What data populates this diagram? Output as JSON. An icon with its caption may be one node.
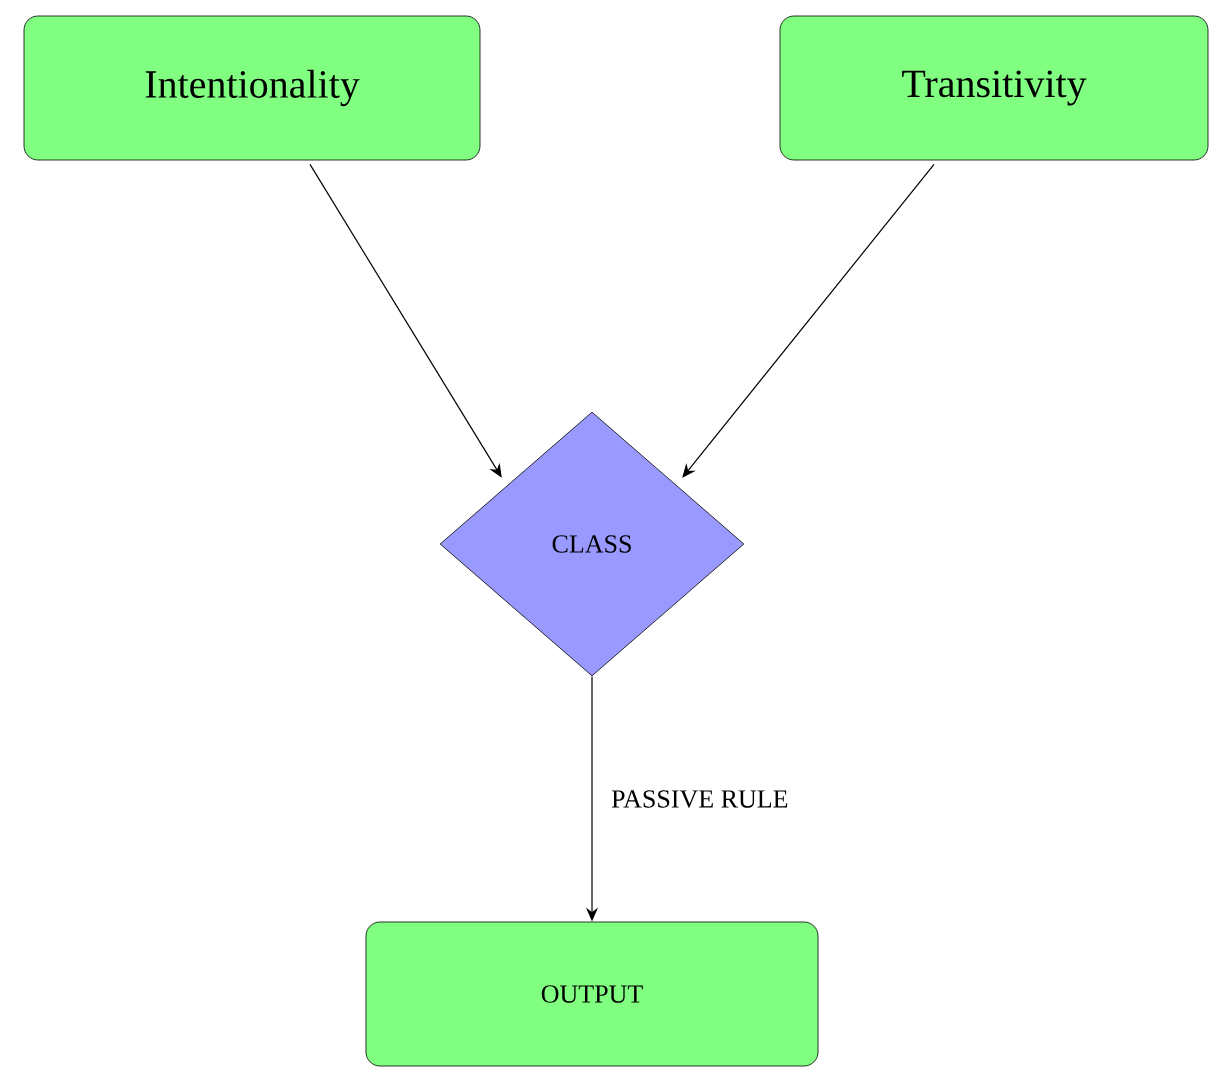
{
  "diagram": {
    "nodes": [
      {
        "text": [
          "Intentionality"
        ]
      },
      {
        "text": [
          "Transitivity"
        ]
      },
      {
        "text": [
          "CLASS"
        ]
      },
      {
        "text": [
          "OUTPUT"
        ]
      }
    ],
    "edges": [
      {
        "from": 0,
        "to": 2,
        "arrow": "to"
      },
      {
        "from": 1,
        "to": 2,
        "arrow": "to"
      },
      {
        "from": 2,
        "to": 3,
        "arrow": "to",
        "label": "PASSIVE RULE"
      }
    ]
  }
}
